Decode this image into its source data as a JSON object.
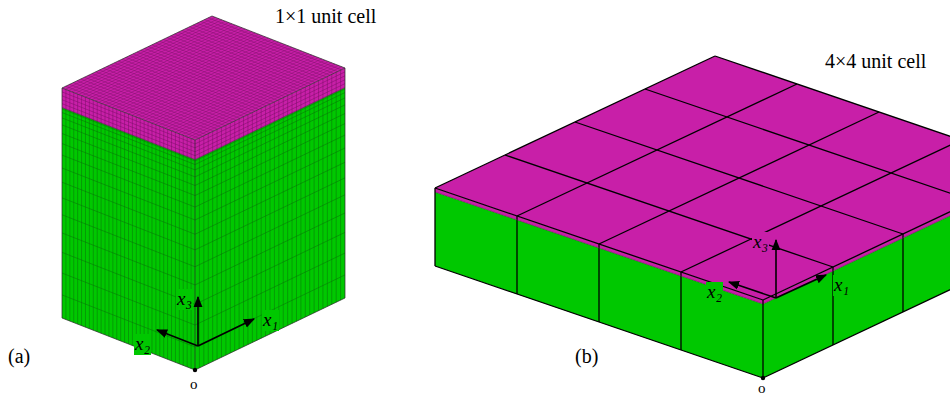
{
  "diagram": {
    "labels": [
      "1×1 unit cell",
      "x₃",
      "x₂",
      "x₁",
      "(a)",
      "o",
      "4×4 unit cell",
      "x₃",
      "x₂",
      "x₁",
      "(b)",
      "o"
    ]
  }
}
